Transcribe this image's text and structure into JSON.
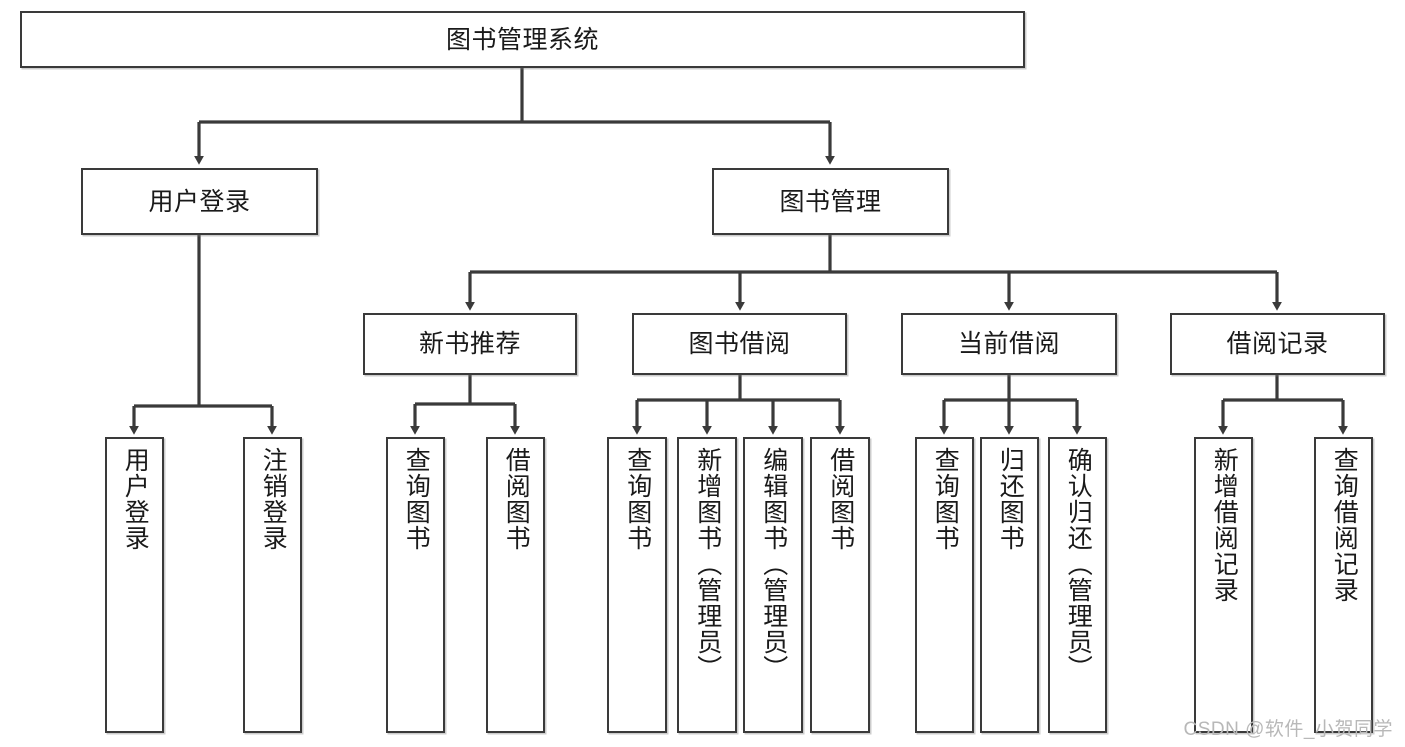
{
  "diagram": {
    "title": "图书管理系统",
    "watermark": "CSDN @软件_小贺同学",
    "line_color": "#3a3a3a",
    "box_fill": "#ffffff",
    "text_color": "#1a1a1a",
    "nodes": {
      "root": {
        "label": "图书管理系统"
      },
      "level2": [
        {
          "id": "user-login",
          "label": "用户登录"
        },
        {
          "id": "book-manage",
          "label": "图书管理"
        }
      ],
      "level3": [
        {
          "id": "new-book-recommend",
          "label": "新书推荐"
        },
        {
          "id": "book-borrow",
          "label": "图书借阅"
        },
        {
          "id": "current-borrow",
          "label": "当前借阅"
        },
        {
          "id": "borrow-record",
          "label": "借阅记录"
        }
      ],
      "leaves": {
        "user_login": [
          {
            "id": "leaf-user-login",
            "label": "用户登录"
          },
          {
            "id": "leaf-logout-login",
            "label": "注销登录"
          }
        ],
        "new_book_recommend": [
          {
            "id": "leaf-query-book-1",
            "label": "查询图书"
          },
          {
            "id": "leaf-borrow-book-1",
            "label": "借阅图书"
          }
        ],
        "book_borrow": [
          {
            "id": "leaf-query-book-2",
            "label": "查询图书"
          },
          {
            "id": "leaf-add-book",
            "label": "新增图书（管理员）"
          },
          {
            "id": "leaf-edit-book",
            "label": "编辑图书（管理员）"
          },
          {
            "id": "leaf-borrow-book-2",
            "label": "借阅图书"
          }
        ],
        "current_borrow": [
          {
            "id": "leaf-query-book-3",
            "label": "查询图书"
          },
          {
            "id": "leaf-return-book",
            "label": "归还图书"
          },
          {
            "id": "leaf-confirm-return",
            "label": "确认归还（管理员）"
          }
        ],
        "borrow_record": [
          {
            "id": "leaf-add-record",
            "label": "新增借阅记录"
          },
          {
            "id": "leaf-query-record",
            "label": "查询借阅记录"
          }
        ]
      }
    }
  }
}
